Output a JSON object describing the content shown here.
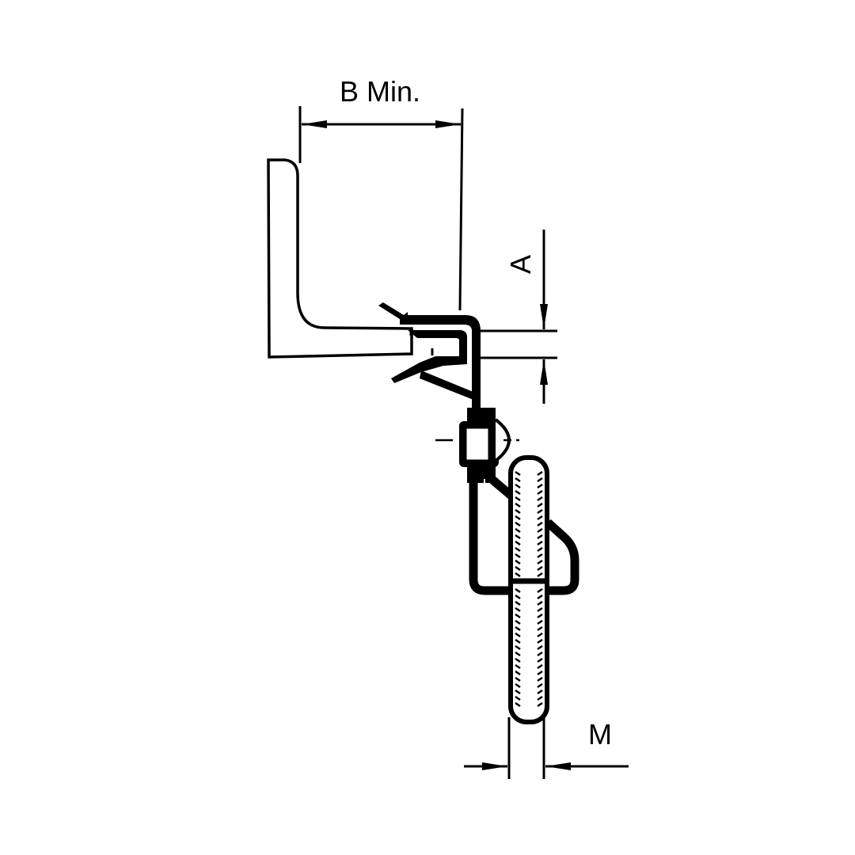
{
  "labels": {
    "dim_b": "B Min.",
    "dim_a": "A",
    "dim_m": "M"
  },
  "colors": {
    "ink": "#000000",
    "paper": "#ffffff"
  }
}
